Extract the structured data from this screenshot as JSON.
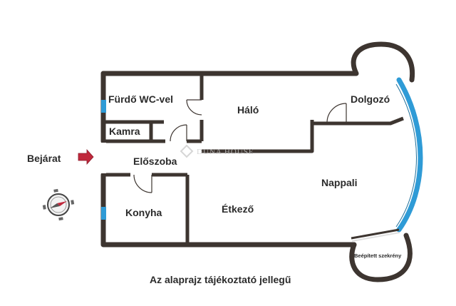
{
  "rooms": {
    "furdo": "Fürdő WC-vel",
    "halo": "Háló",
    "dolgozo": "Dolgozó",
    "kamra": "Kamra",
    "eloszoba": "Előszoba",
    "nappali": "Nappali",
    "konyha": "Konyha",
    "etkezo": "Étkező",
    "szekreny": "Beépített szekrény"
  },
  "entrance": {
    "label": "Bejárat"
  },
  "watermark": {
    "text": "DUNA HOUSE"
  },
  "caption": "Az alaprajz tájékoztató jellegű",
  "colors": {
    "wall": "#3d3530",
    "window": "#2f9bd6",
    "arrow": "#c0283c",
    "text": "#2b2b2b"
  }
}
